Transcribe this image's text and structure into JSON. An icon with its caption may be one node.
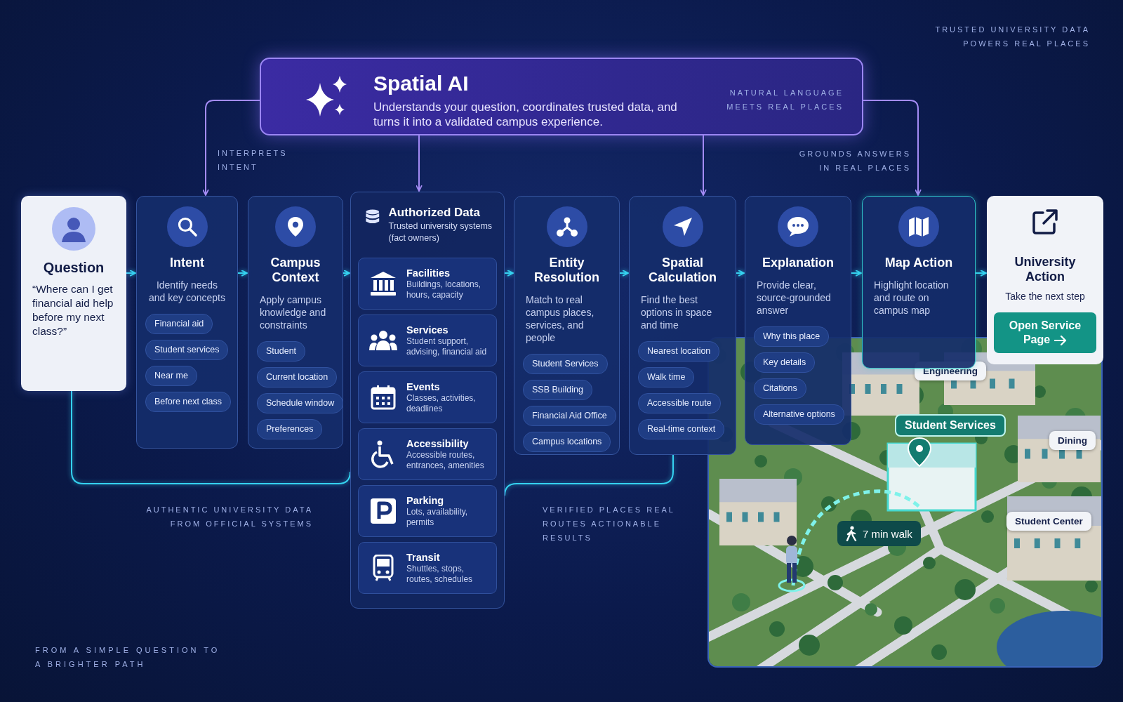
{
  "diagram": {
    "nodes": [
      {
        "text": [
          "Spatial AI",
          "Understands your question, coordinates trusted data, and turns it into a validated campus experience.",
          "NATURAL LANGUAGE MEETS REAL PLACES"
        ]
      },
      {
        "text": [
          "Question",
          "“Where can I get financial aid help before my next class?”"
        ]
      },
      {
        "text": [
          "Intent",
          "Identify needs and key concepts"
        ]
      },
      {
        "text": [
          "Financial aid"
        ],
        "in": 2
      },
      {
        "text": [
          "Student services"
        ],
        "in": 2
      },
      {
        "text": [
          "Near me"
        ],
        "in": 2
      },
      {
        "text": [
          "Before next class"
        ],
        "in": 2
      },
      {
        "text": [
          "Campus Context",
          "Apply campus knowledge and constraints"
        ]
      },
      {
        "text": [
          "Student"
        ],
        "in": 7
      },
      {
        "text": [
          "Current location"
        ],
        "in": 7
      },
      {
        "text": [
          "Schedule window"
        ],
        "in": 7
      },
      {
        "text": [
          "Preferences"
        ],
        "in": 7
      },
      {
        "text": [
          "Authorized Data",
          "Trusted university systems (fact owners)"
        ]
      },
      {
        "text": [
          "Facilities",
          "Buildings, locations, hours, capacity"
        ],
        "in": 12
      },
      {
        "text": [
          "Services",
          "Student support, advising, financial aid"
        ],
        "in": 12
      },
      {
        "text": [
          "Events",
          "Classes, activities, deadlines"
        ],
        "in": 12
      },
      {
        "text": [
          "Accessibility",
          "Accessible routes, entrances, amenities"
        ],
        "in": 12
      },
      {
        "text": [
          "Parking",
          "Lots, availability, permits"
        ],
        "in": 12
      },
      {
        "text": [
          "Transit",
          "Shuttles, stops, routes, schedules"
        ],
        "in": 12
      },
      {
        "text": [
          "Entity Resolution",
          "Match to real campus places, services, and people"
        ]
      },
      {
        "text": [
          "Student Services"
        ],
        "in": 19
      },
      {
        "text": [
          "SSB Building"
        ],
        "in": 19
      },
      {
        "text": [
          "Financial Aid Office"
        ],
        "in": 19
      },
      {
        "text": [
          "Campus locations"
        ],
        "in": 19
      },
      {
        "text": [
          "Spatial Calculation",
          "Find the best options in space and time"
        ]
      },
      {
        "text": [
          "Nearest location"
        ],
        "in": 24
      },
      {
        "text": [
          "Walk time"
        ],
        "in": 24
      },
      {
        "text": [
          "Accessible route"
        ],
        "in": 24
      },
      {
        "text": [
          "Real-time context"
        ],
        "in": 24
      },
      {
        "text": [
          "Explanation",
          "Provide clear, source-grounded answer"
        ]
      },
      {
        "text": [
          "Why this place"
        ],
        "in": 29
      },
      {
        "text": [
          "Key details"
        ]
      },
      {
        "text": [
          "Citations"
        ]
      },
      {
        "text": [
          "Alternative options"
        ]
      },
      {
        "text": [
          "Map Action",
          "Highlight location and route on campus map"
        ]
      },
      {
        "text": [
          "University Action",
          "Take the next step"
        ]
      },
      {
        "text": [
          "Open Service Page"
        ],
        "in": 35
      },
      {
        "text": [],
        "shape": "picture"
      },
      {
        "text": [
          "Engineering"
        ],
        "in": 37
      },
      {
        "text": [
          "Student Services"
        ],
        "in": 37
      },
      {
        "text": [
          "Dining"
        ],
        "in": 37
      },
      {
        "text": [
          "Student Center"
        ],
        "in": 37
      },
      {
        "text": [
          "7 min walk"
        ],
        "in": 37
      }
    ],
    "edges": [
      {
        "from": 1,
        "to": 2,
        "arrow": "to"
      },
      {
        "from": 2,
        "to": 7,
        "arrow": "to"
      },
      {
        "from": 7,
        "to": 12,
        "arrow": "to"
      },
      {
        "from": 12,
        "to": 19,
        "arrow": "to"
      },
      {
        "from": 19,
        "to": 24,
        "arrow": "to"
      },
      {
        "from": 24,
        "to": 29,
        "arrow": "to"
      },
      {
        "from": 29,
        "to": 34,
        "arrow": "to"
      },
      {
        "from": 34,
        "to": 35,
        "arrow": "to"
      },
      {
        "from": 0,
        "to": 2,
        "arrow": "to",
        "label": "INTERPRETS INTENT",
        "color": "#a58cf5"
      },
      {
        "from": 0,
        "to": 12,
        "arrow": "to",
        "color": "#a58cf5"
      },
      {
        "from": 0,
        "to": 24,
        "arrow": "to",
        "color": "#a58cf5"
      },
      {
        "from": 0,
        "to": 34,
        "arrow": "to",
        "label": "GROUNDS ANSWERS IN REAL PLACES",
        "color": "#a58cf5"
      },
      {
        "from": 1,
        "to": 12,
        "arrow": "none",
        "label": "AUTHENTIC UNIVERSITY DATA FROM OFFICIAL SYSTEMS"
      },
      {
        "from": 12,
        "to": 24,
        "arrow": "none",
        "label": "VERIFIED PLACES REAL ROUTES ACTIONABLE RESULTS"
      }
    ],
    "labels": [
      "TRUSTED UNIVERSITY DATA POWERS REAL PLACES",
      "FROM A SIMPLE QUESTION TO A BRIGHTER PATH"
    ]
  }
}
